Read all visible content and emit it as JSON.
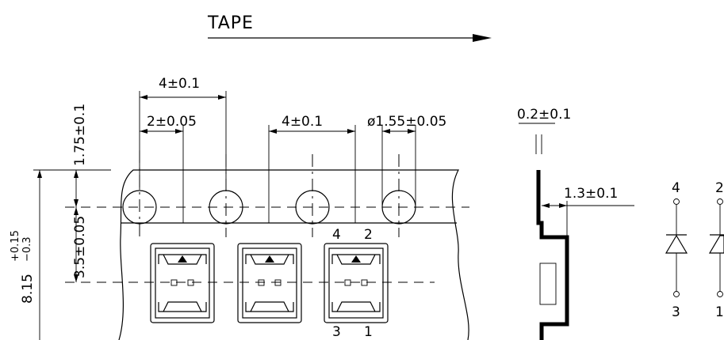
{
  "title": "TAPE",
  "dimensions": {
    "sprocket_pitch": "4±0.1",
    "half_pitch": "2±0.05",
    "pocket_pitch": "4±0.1",
    "hole_diameter": "ø1.55±0.05",
    "edge_to_hole": "1.75±0.1",
    "hole_to_pocket": "3.5±0.05",
    "tape_width_main": "8.15",
    "tape_width_plus": "+0.15",
    "tape_width_minus": "−0.3",
    "tape_thickness": "0.2±0.1",
    "pocket_depth": "1.3±0.1"
  },
  "pocket_pins": {
    "top_left": "4",
    "top_right": "2",
    "bottom_left": "3",
    "bottom_right": "1"
  },
  "schematic_pins": {
    "d1_top": "4",
    "d1_bottom": "3",
    "d2_top": "2",
    "d2_bottom": "1"
  }
}
